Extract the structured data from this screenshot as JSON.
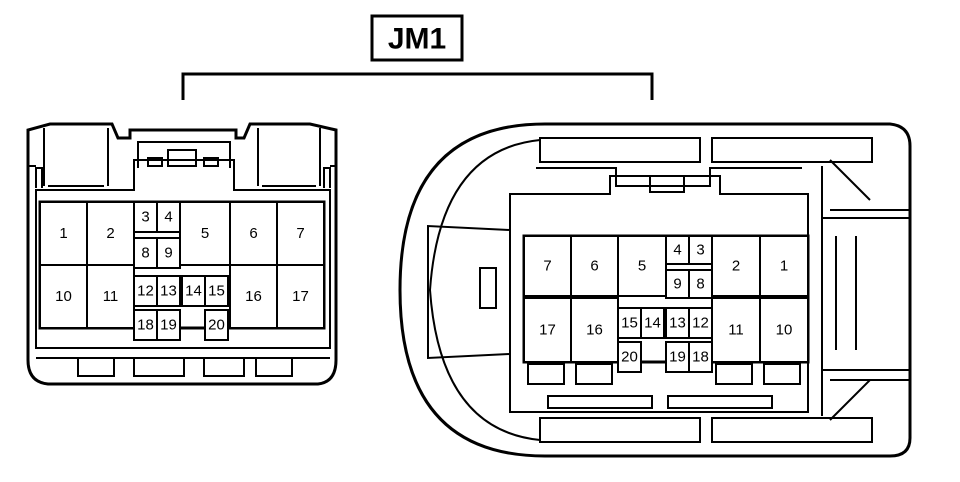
{
  "title": "JM1",
  "left_connector": {
    "pins": [
      {
        "label": "1"
      },
      {
        "label": "2"
      },
      {
        "label": "3"
      },
      {
        "label": "4"
      },
      {
        "label": "5"
      },
      {
        "label": "6"
      },
      {
        "label": "7"
      },
      {
        "label": "8"
      },
      {
        "label": "9"
      },
      {
        "label": "10"
      },
      {
        "label": "11"
      },
      {
        "label": "12"
      },
      {
        "label": "13"
      },
      {
        "label": "14"
      },
      {
        "label": "15"
      },
      {
        "label": "16"
      },
      {
        "label": "17"
      },
      {
        "label": "18"
      },
      {
        "label": "19"
      },
      {
        "label": "20"
      }
    ]
  },
  "right_connector": {
    "pins": [
      {
        "label": "7"
      },
      {
        "label": "6"
      },
      {
        "label": "5"
      },
      {
        "label": "4"
      },
      {
        "label": "3"
      },
      {
        "label": "2"
      },
      {
        "label": "1"
      },
      {
        "label": "9"
      },
      {
        "label": "8"
      },
      {
        "label": "17"
      },
      {
        "label": "16"
      },
      {
        "label": "15"
      },
      {
        "label": "14"
      },
      {
        "label": "13"
      },
      {
        "label": "12"
      },
      {
        "label": "11"
      },
      {
        "label": "10"
      },
      {
        "label": "20"
      },
      {
        "label": "19"
      },
      {
        "label": "18"
      }
    ]
  }
}
